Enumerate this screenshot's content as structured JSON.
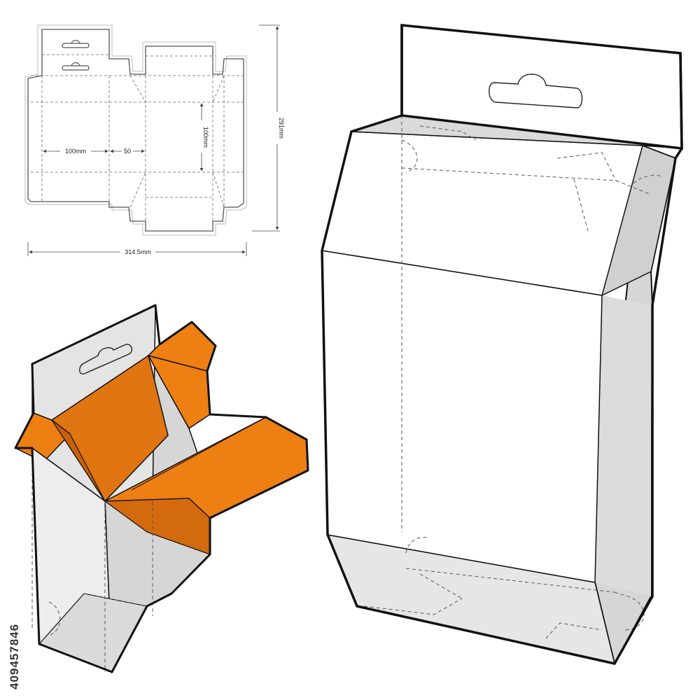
{
  "dieline": {
    "dim_width_panel": "100mm",
    "dim_flap": "50",
    "dim_height_panel": "100mm",
    "dim_total_height": "291mm",
    "dim_total_width": "314.5mm"
  },
  "stock_id": "409457846",
  "colors": {
    "orange": "#EE7F12",
    "orange_dark": "#C8620A",
    "panel_grey": "#E4E4E4",
    "panel_mid": "#D2D2D2",
    "outline": "#111111"
  }
}
